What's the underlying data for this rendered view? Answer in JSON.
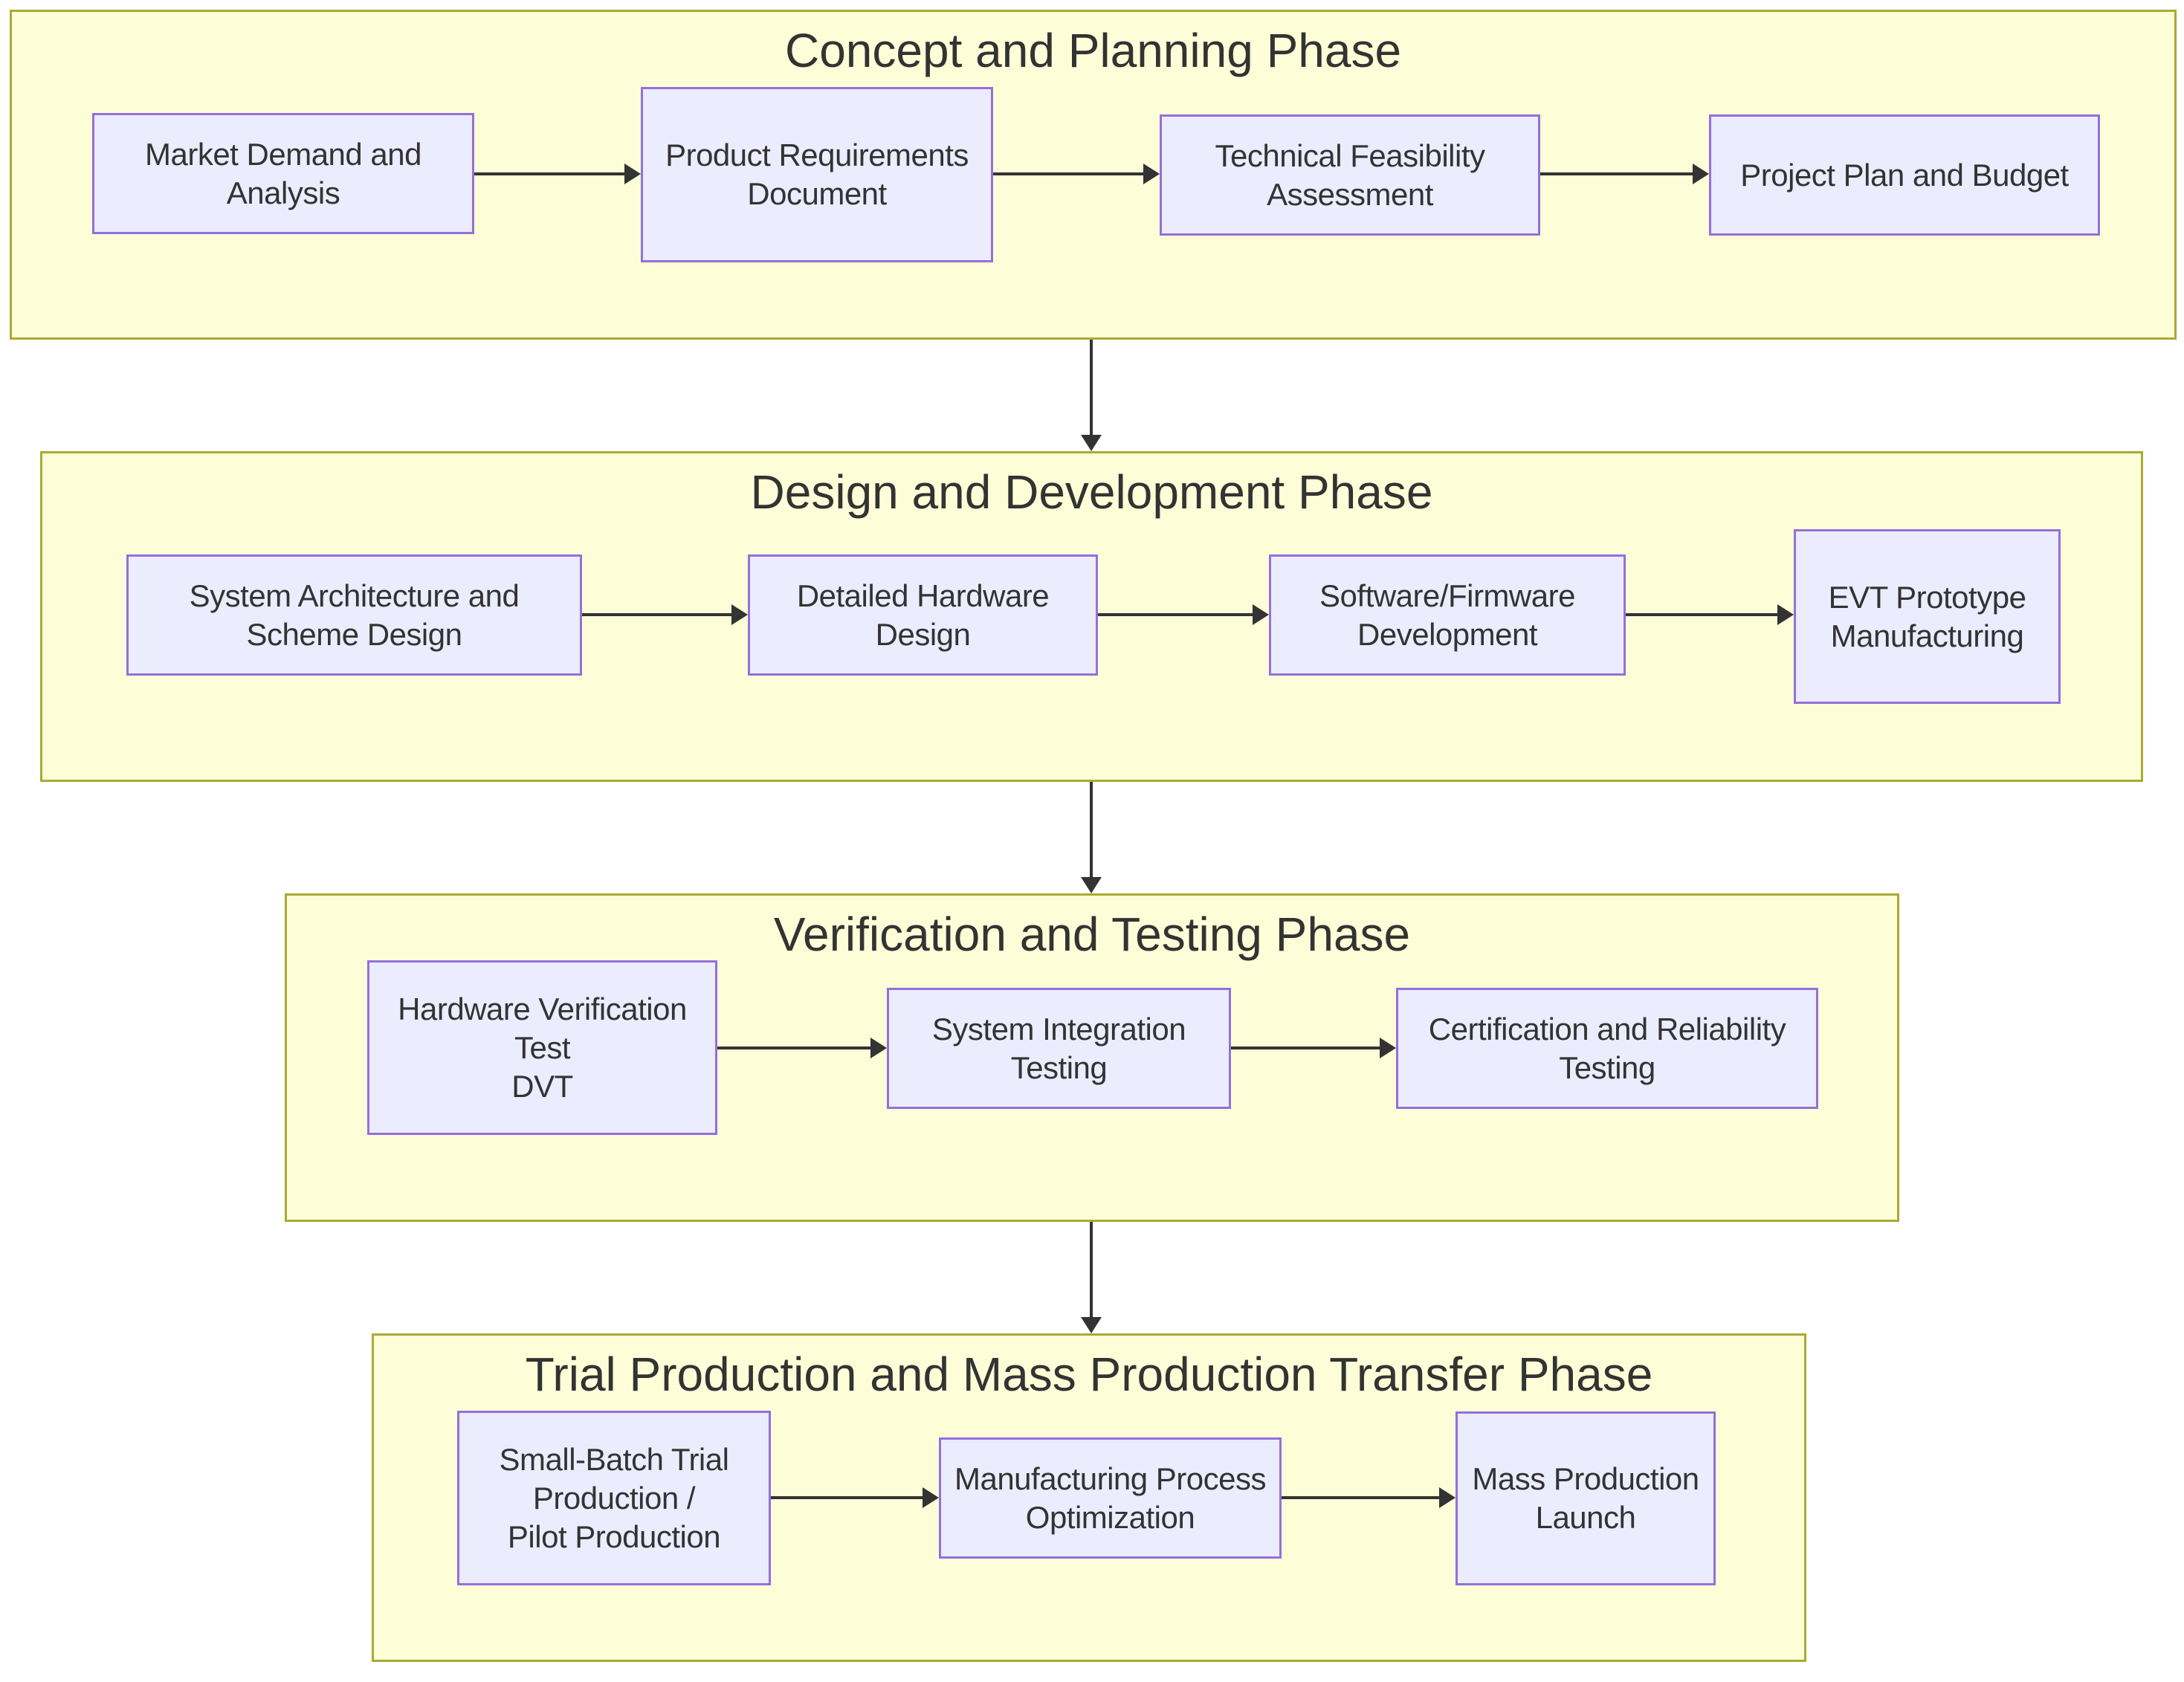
{
  "diagram": {
    "type": "flowchart",
    "background_color": "#ffffff",
    "colors": {
      "phase_fill": "#fdfdd8",
      "phase_border": "#aaaa33",
      "node_fill": "#ececff",
      "node_border": "#9370db",
      "text": "#333333",
      "arrow": "#333333"
    },
    "phases": [
      {
        "title": "Concept and Planning Phase",
        "nodes": [
          {
            "label": "Market Demand and Analysis"
          },
          {
            "label": "Product Requirements\nDocument"
          },
          {
            "label": "Technical Feasibility\nAssessment"
          },
          {
            "label": "Project Plan and Budget"
          }
        ]
      },
      {
        "title": "Design and Development Phase",
        "nodes": [
          {
            "label": "System Architecture and\nScheme Design"
          },
          {
            "label": "Detailed Hardware Design"
          },
          {
            "label": "Software/Firmware\nDevelopment"
          },
          {
            "label": "EVT Prototype\nManufacturing"
          }
        ]
      },
      {
        "title": "Verification and Testing Phase",
        "nodes": [
          {
            "label": "Hardware Verification Test\nDVT"
          },
          {
            "label": "System Integration Testing"
          },
          {
            "label": "Certification and Reliability\nTesting"
          }
        ]
      },
      {
        "title": "Trial Production and Mass Production Transfer Phase",
        "nodes": [
          {
            "label": "Small-Batch Trial\nProduction /\nPilot Production"
          },
          {
            "label": "Manufacturing Process\nOptimization"
          },
          {
            "label": "Mass Production\nLaunch"
          }
        ]
      }
    ],
    "flow": [
      "Concept and Planning Phase -> Design and Development Phase",
      "Design and Development Phase -> Verification and Testing Phase",
      "Verification and Testing Phase -> Trial Production and Mass Production Transfer Phase"
    ]
  }
}
